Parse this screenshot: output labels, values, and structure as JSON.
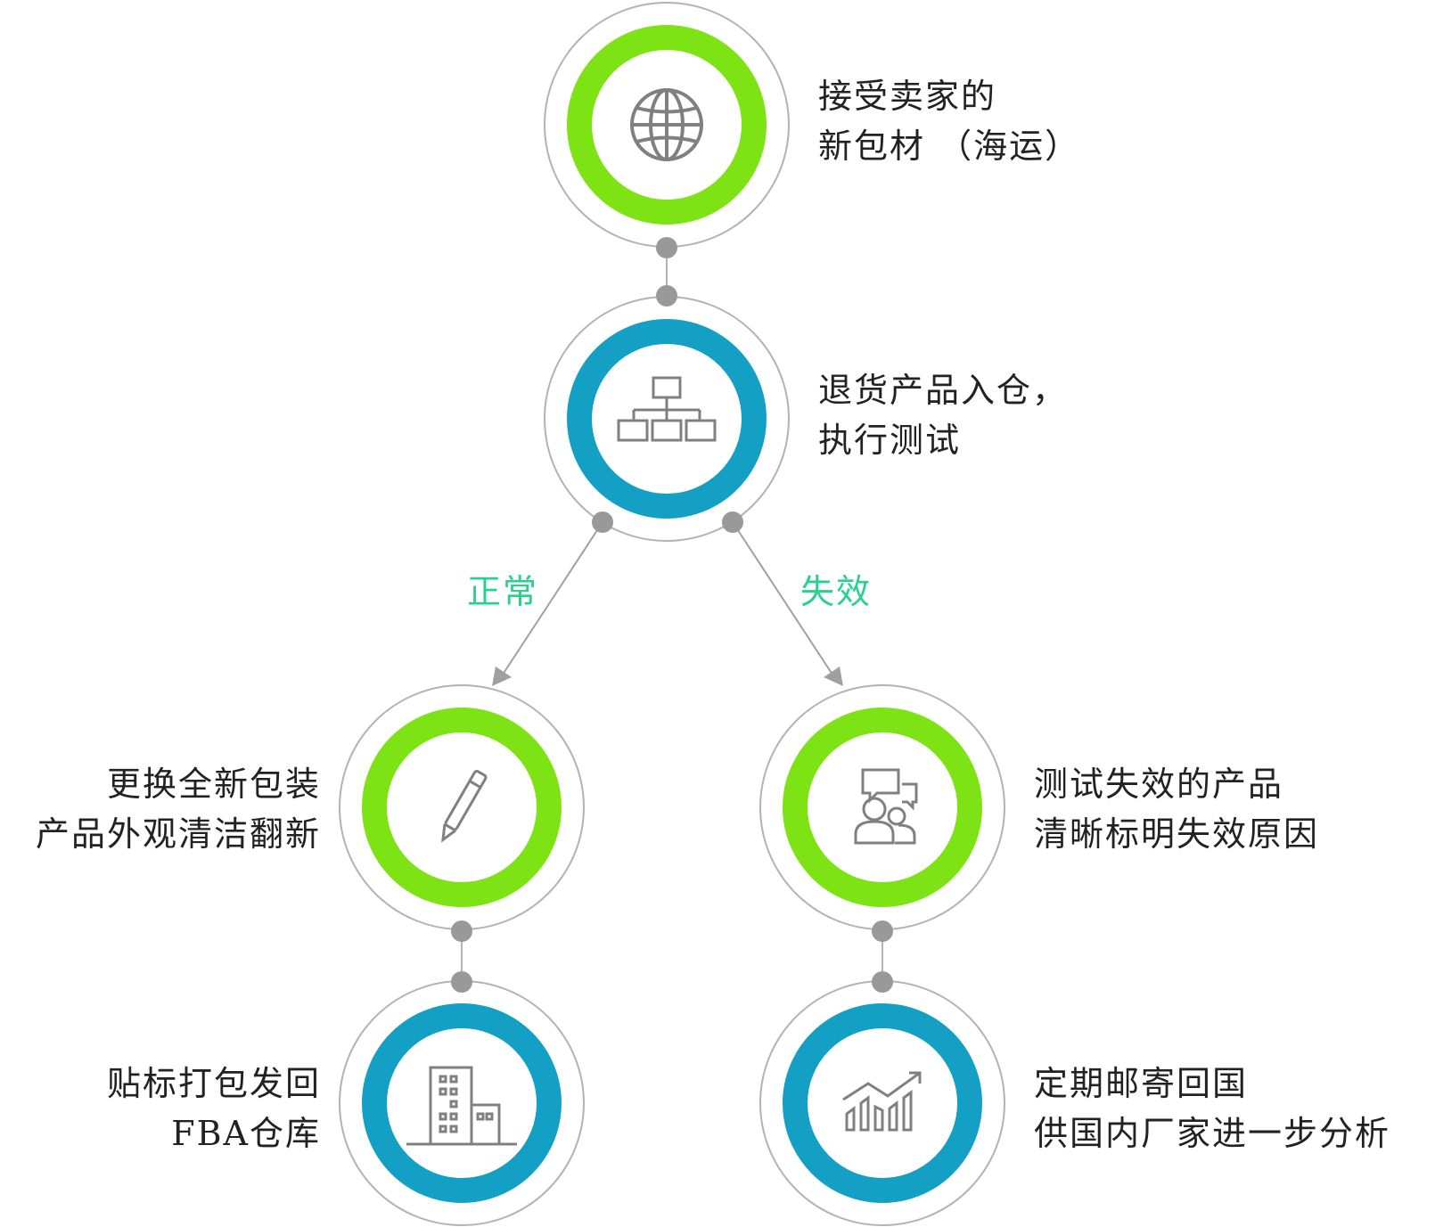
{
  "colors": {
    "green": "#7ee314",
    "blue": "#14a0c4",
    "gray_line": "#b3b3b3",
    "dot": "#999999",
    "icon": "#808080",
    "branch_text": "#2ad08e",
    "text": "#222222"
  },
  "nodes": [
    {
      "id": "receive",
      "ring": "green",
      "icon": "globe-icon",
      "lines": [
        "接受卖家的",
        "新包材 （海运）"
      ]
    },
    {
      "id": "inbound",
      "ring": "blue",
      "icon": "org-chart-icon",
      "lines": [
        "退货产品入仓，",
        "执行测试"
      ]
    },
    {
      "id": "repackage",
      "ring": "green",
      "icon": "pen-icon",
      "lines": [
        "更换全新包装",
        "产品外观清洁翻新"
      ]
    },
    {
      "id": "failed",
      "ring": "green",
      "icon": "chat-people-icon",
      "lines": [
        "测试失效的产品",
        "清晰标明失效原因"
      ]
    },
    {
      "id": "ship-fba",
      "ring": "blue",
      "icon": "building-icon",
      "lines": [
        "贴标打包发回",
        "FBA仓库"
      ]
    },
    {
      "id": "mail-back",
      "ring": "blue",
      "icon": "growth-chart-icon",
      "lines": [
        "定期邮寄回国",
        "供国内厂家进一步分析"
      ]
    }
  ],
  "branches": {
    "normal": "正常",
    "failure": "失效"
  }
}
